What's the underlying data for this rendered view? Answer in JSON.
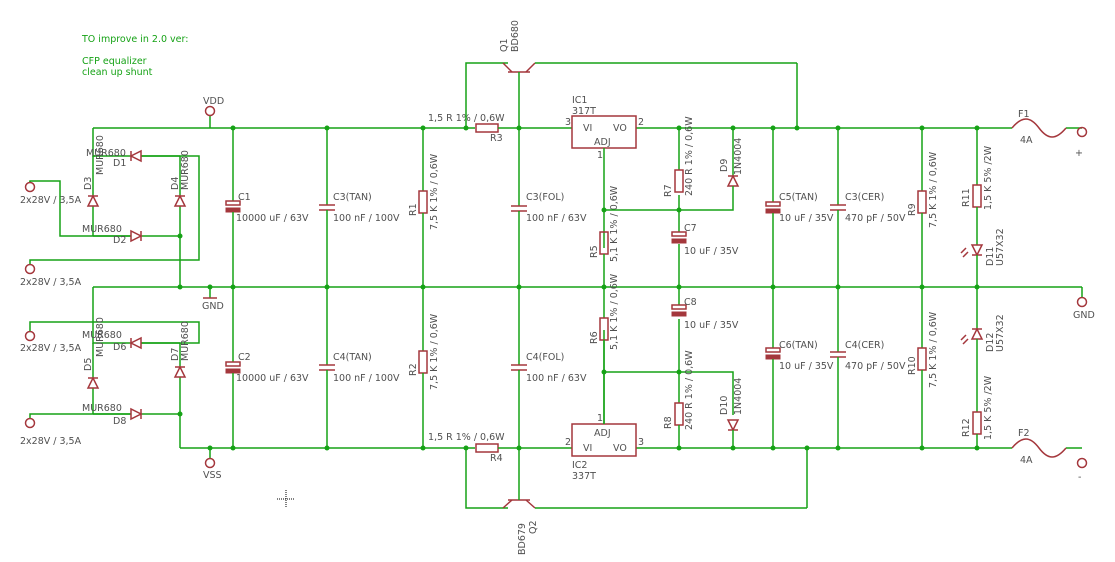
{
  "notes": {
    "title": "TO improve in 2.0 ver:",
    "line1": "CFP equalizer",
    "line2": "clean up shunt"
  },
  "rails": {
    "vdd": "VDD",
    "vss": "VSS",
    "gnd": "GND"
  },
  "inputs": [
    "2x28V / 3,5A",
    "2x28V / 3,5A",
    "2x28V / 3,5A",
    "2x28V / 3,5A"
  ],
  "diodes": {
    "d1": {
      "name": "D1",
      "value": "MUR680"
    },
    "d2": {
      "name": "D2",
      "value": "MUR680"
    },
    "d3": {
      "name": "D3",
      "value": "MUR680"
    },
    "d4": {
      "name": "D4",
      "value": "MUR680"
    },
    "d5": {
      "name": "D5",
      "value": "MUR680"
    },
    "d6": {
      "name": "D6",
      "value": "MUR680"
    },
    "d7": {
      "name": "D7",
      "value": "MUR680"
    },
    "d8": {
      "name": "D8",
      "value": "MUR680"
    },
    "d9": {
      "name": "D9",
      "value": "1N4004"
    },
    "d10": {
      "name": "D10",
      "value": "1N4004"
    },
    "d11": {
      "name": "D11",
      "value": "U57X32"
    },
    "d12": {
      "name": "D12",
      "value": "U57X32"
    }
  },
  "capacitors": {
    "c1": {
      "name": "C1",
      "value": "10000 uF / 63V"
    },
    "c2": {
      "name": "C2",
      "value": "10000 uF / 63V"
    },
    "c3tan": {
      "name": "C3(TAN)",
      "value": "100 nF / 100V"
    },
    "c4tan": {
      "name": "C4(TAN)",
      "value": "100 nF / 100V"
    },
    "c3fol": {
      "name": "C3(FOL)",
      "value": "100 nF / 63V"
    },
    "c4fol": {
      "name": "C4(FOL)",
      "value": "100 nF / 63V"
    },
    "c7": {
      "name": "C7",
      "value": "10 uF / 35V"
    },
    "c8": {
      "name": "C8",
      "value": "10 uF / 35V"
    },
    "c5tan": {
      "name": "C5(TAN)",
      "value": "10 uF / 35V"
    },
    "c6tan": {
      "name": "C6(TAN)",
      "value": "10 uF / 35V"
    },
    "c3cer": {
      "name": "C3(CER)",
      "value": "470 pF / 50V"
    },
    "c4cer": {
      "name": "C4(CER)",
      "value": "470 pF / 50V"
    }
  },
  "resistors": {
    "r1": {
      "name": "R1",
      "value": "7,5 K 1% / 0,6W"
    },
    "r2": {
      "name": "R2",
      "value": "7,5 K 1% / 0,6W"
    },
    "r3": {
      "name": "R3",
      "value": "1,5 R 1% / 0,6W"
    },
    "r4": {
      "name": "R4",
      "value": "1,5 R 1% / 0,6W"
    },
    "r5": {
      "name": "R5",
      "value": "5,1 K 1% / 0,6W"
    },
    "r6": {
      "name": "R6",
      "value": "5,1 K 1% / 0,6W"
    },
    "r7": {
      "name": "R7",
      "value": "240 R 1% / 0,6W"
    },
    "r8": {
      "name": "R8",
      "value": "240 R 1% / 0,6W"
    },
    "r9": {
      "name": "R9",
      "value": "7,5 K 1% / 0,6W"
    },
    "r10": {
      "name": "R10",
      "value": "7,5 K 1% / 0,6W"
    },
    "r11": {
      "name": "R11",
      "value": "1,5 K 5% /2W"
    },
    "r12": {
      "name": "R12",
      "value": "1,5 K 5% /2W"
    }
  },
  "transistors": {
    "q1": {
      "name": "Q1",
      "value": "BD680"
    },
    "q2": {
      "name": "Q2",
      "value": "BD679"
    }
  },
  "regulators": {
    "ic1": {
      "name": "IC1",
      "value": "317T",
      "vi": "VI",
      "vo": "VO",
      "adj": "ADJ",
      "pin1": "1",
      "pin2": "2",
      "pin3": "3"
    },
    "ic2": {
      "name": "IC2",
      "value": "337T",
      "vi": "VI",
      "vo": "VO",
      "adj": "ADJ",
      "pin1": "1",
      "pin2": "2",
      "pin3": "3"
    }
  },
  "fuses": {
    "f1": {
      "name": "F1",
      "value": "4A"
    },
    "f2": {
      "name": "F2",
      "value": "4A"
    }
  },
  "outputs": {
    "plus": "+",
    "gnd": "GND",
    "minus": "-"
  }
}
